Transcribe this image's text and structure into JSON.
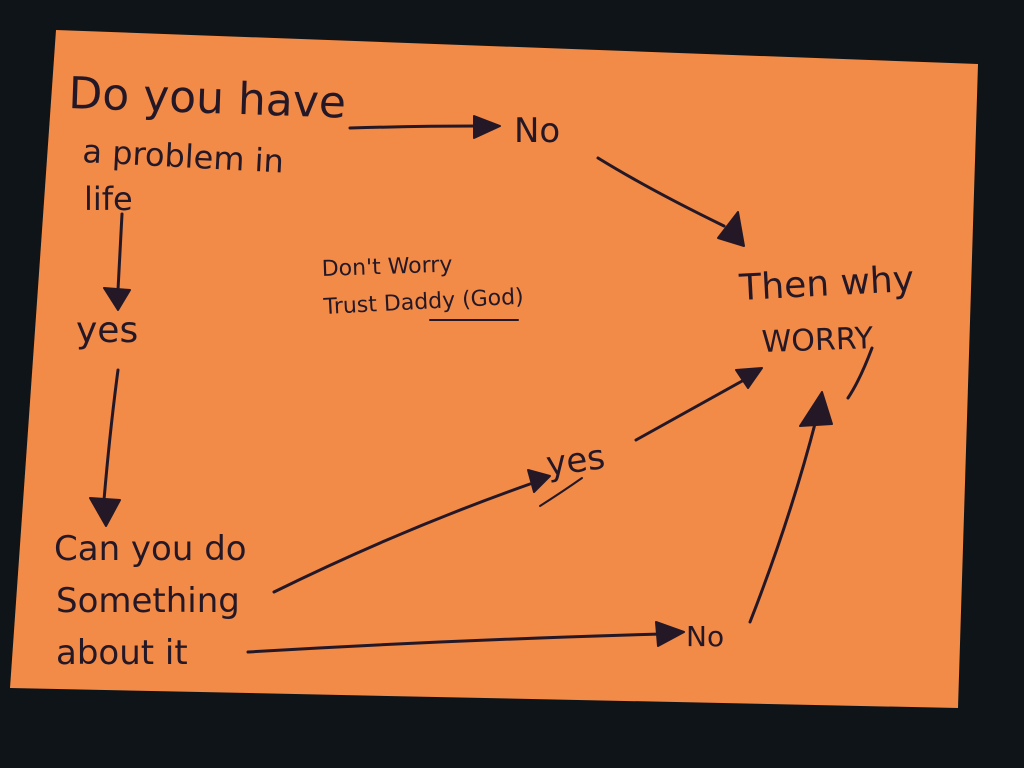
{
  "colors": {
    "table_background": "#0e1417",
    "paper": "#f28a48",
    "ink": "#241826"
  },
  "flowchart": {
    "start_question": {
      "line1": "Do you have",
      "line2": "a problem in",
      "line3": "life"
    },
    "answer_no_top": "No",
    "answer_yes_left": "yes",
    "second_question": {
      "line1": "Can you do",
      "line2": "Something",
      "line3": "about it"
    },
    "answer_yes_middle": "yes",
    "answer_no_bottom": "No",
    "conclusion": {
      "line1": "Then why",
      "line2": "WORRY"
    },
    "side_note": {
      "line1": "Don't Worry",
      "line2": "Trust Daddy (God)"
    }
  }
}
